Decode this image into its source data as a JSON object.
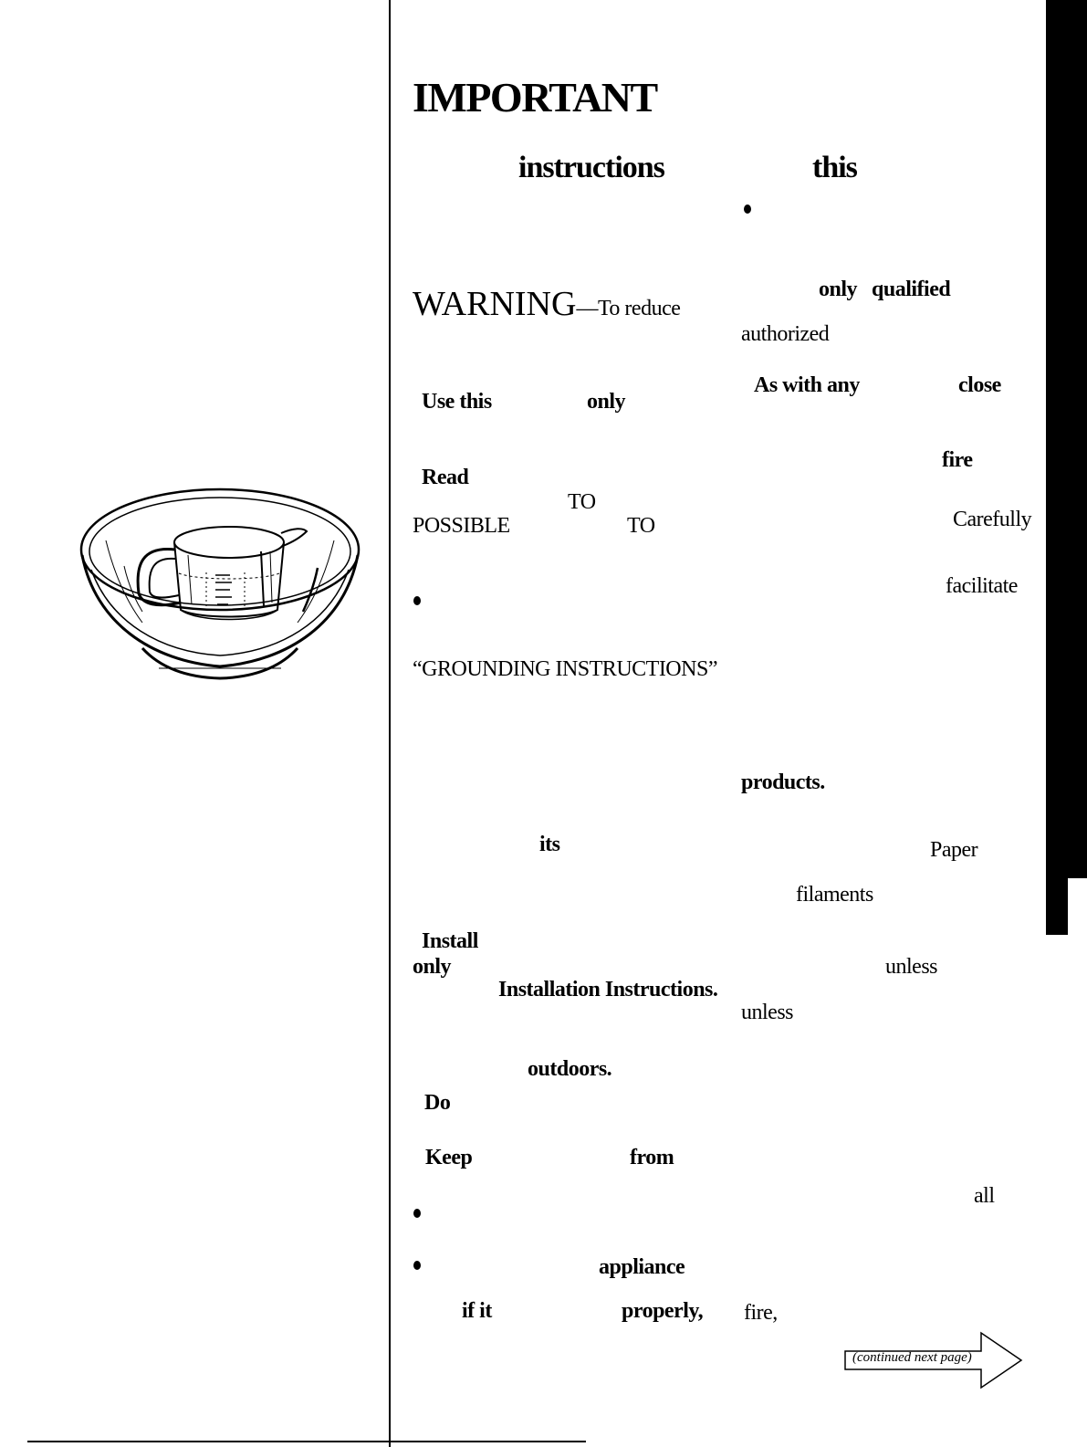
{
  "title": "IMPORTANT",
  "subtitle_left": "instructions",
  "subtitle_right": "this",
  "warning_main": "WARNING",
  "warning_rest": "—To reduce",
  "left_column": {
    "use_this": "Use this",
    "only": "only",
    "read": "Read",
    "to_1": "TO",
    "possible": "POSSIBLE",
    "to_2": "TO",
    "grounding": "“GROUNDING INSTRUCTIONS”",
    "its": "its",
    "install": "Install",
    "only_2": "only",
    "installation_instructions": "Installation Instructions.",
    "outdoors": "outdoors.",
    "do": "Do",
    "keep": "Keep",
    "from": "from",
    "appliance": "appliance",
    "if_it": "if it",
    "properly": "properly,"
  },
  "right_column": {
    "only": "only",
    "qualified": "qualified",
    "authorized": "authorized",
    "as_with_any": "As with any",
    "close": "close",
    "fire": "fire",
    "carefully": "Carefully",
    "facilitate": "facilitate",
    "products": "products.",
    "paper": "Paper",
    "filaments": "filaments",
    "unless_1": "unless",
    "unless_2": "unless",
    "all": "all",
    "fire_2": "fire,"
  },
  "continued": "(continued next page)",
  "icons": {
    "illustration": "bowl-with-measuring-cup-illustration",
    "arrow": "continued-arrow-icon"
  }
}
